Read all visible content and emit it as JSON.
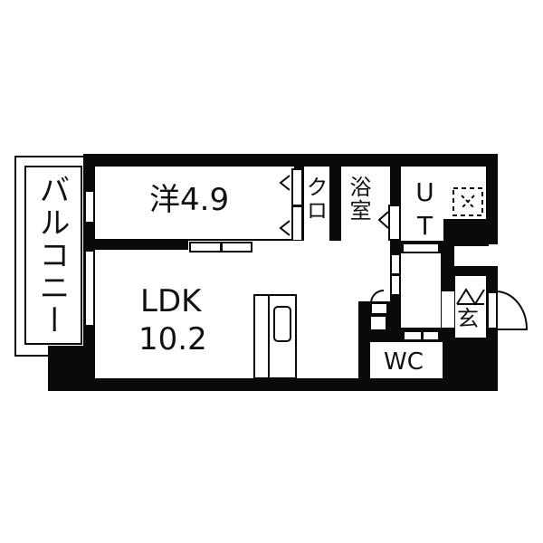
{
  "floorplan": {
    "type": "1LDK apartment floor plan",
    "rooms": {
      "balcony": {
        "label": "バルコニー"
      },
      "western_room": {
        "label": "洋4.9",
        "size_jo": "4.9"
      },
      "closet": {
        "label": "クロ"
      },
      "bathroom": {
        "label": "浴室"
      },
      "utility": {
        "label": "UT"
      },
      "ldk": {
        "label_line1": "LDK",
        "label_line2": "10.2",
        "size_jo": "10.2"
      },
      "toilet": {
        "label": "WC"
      },
      "entrance": {
        "label": "玄"
      }
    },
    "symbols": {
      "washing_machine": "washer-space-icon",
      "kitchen": "kitchen-counter-icon",
      "entry_door": "door-swing-icon"
    },
    "colors": {
      "wall": "#0a0a0a",
      "floor": "#ffffff"
    }
  }
}
